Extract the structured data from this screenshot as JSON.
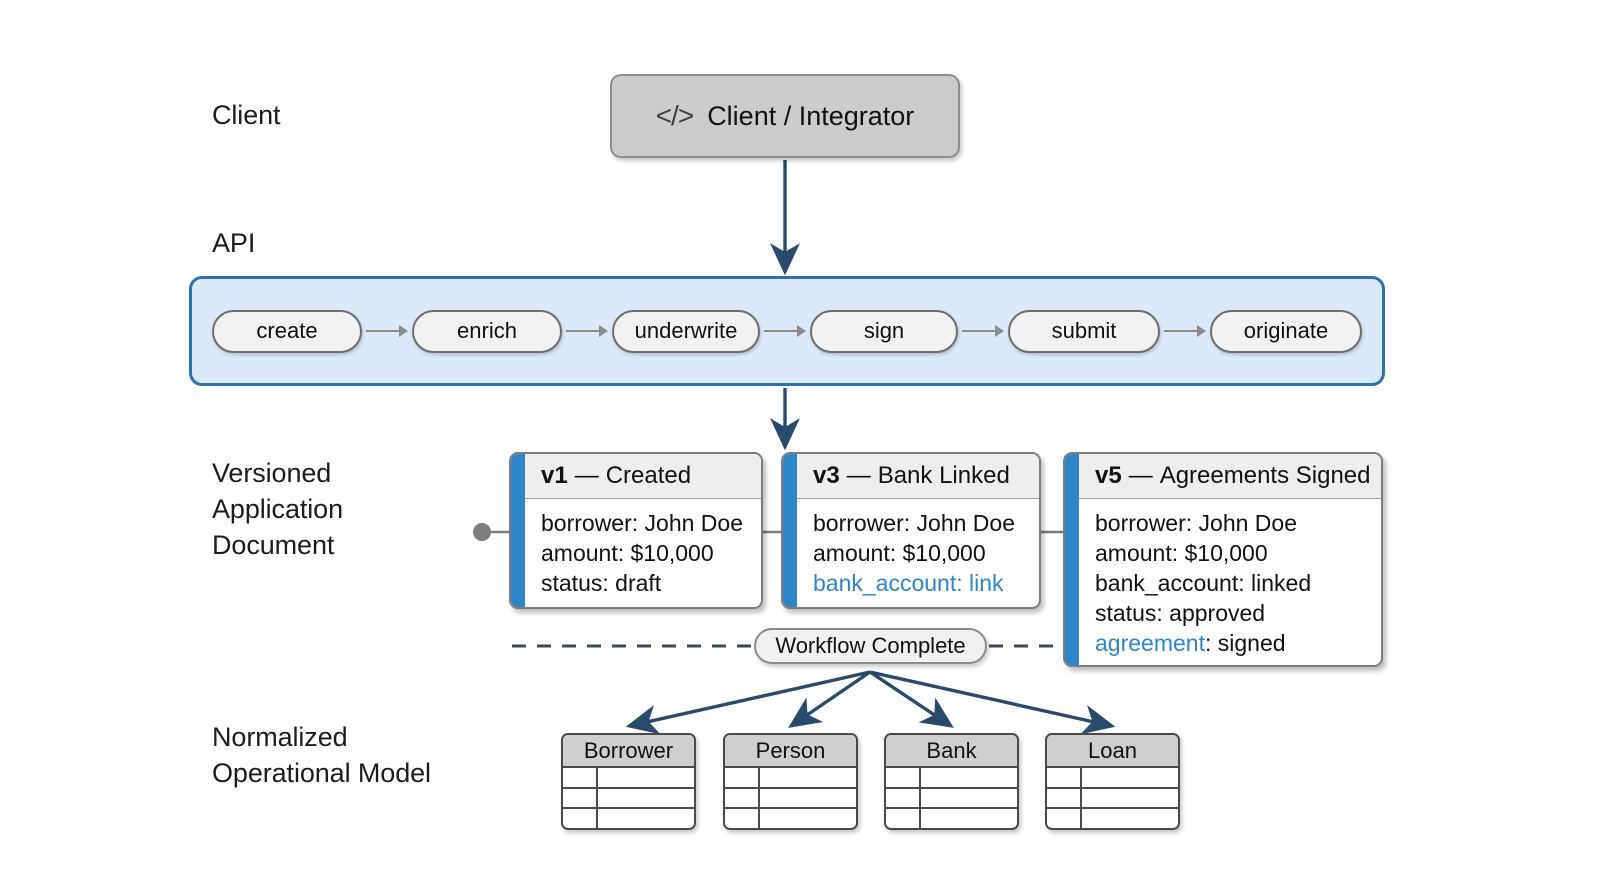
{
  "sections": {
    "client": "Client",
    "api": "API",
    "versioned": "Versioned\nApplication\nDocument",
    "normalized": "Normalized\nOperational Model"
  },
  "client_node": {
    "icon": "code-icon",
    "icon_glyph": "</>",
    "label": "Client / Integrator"
  },
  "api_pipeline": {
    "stages": [
      {
        "label": "create"
      },
      {
        "label": "enrich"
      },
      {
        "label": "underwrite"
      },
      {
        "label": "sign"
      },
      {
        "label": "submit"
      },
      {
        "label": "originate"
      }
    ],
    "container_fill": "#dce9f8",
    "container_border": "#2e72ad",
    "arrow_color": "#8c8c8c"
  },
  "version_cards": [
    {
      "version": "v1",
      "dash": "—",
      "title": "Created",
      "accent_color": "#2e86c8",
      "fields": [
        {
          "key": "borrower",
          "value": "John Doe",
          "style": "plain"
        },
        {
          "key": "amount",
          "value": "$10,000",
          "style": "plain"
        },
        {
          "key": "status",
          "value": "draft",
          "style": "plain"
        }
      ]
    },
    {
      "version": "v3",
      "dash": "—",
      "title": "Bank Linked",
      "accent_color": "#2e86c8",
      "fields": [
        {
          "key": "borrower",
          "value": "John Doe",
          "style": "plain"
        },
        {
          "key": "amount",
          "value": "$10,000",
          "style": "plain"
        },
        {
          "key": "bank_account",
          "value": "link",
          "style": "blue-all"
        }
      ]
    },
    {
      "version": "v5",
      "dash": "—",
      "title": "Agreements Signed",
      "accent_color": "#2e86c8",
      "fields": [
        {
          "key": "borrower",
          "value": "John Doe",
          "style": "plain"
        },
        {
          "key": "amount",
          "value": "$10,000",
          "style": "plain"
        },
        {
          "key": "bank_account",
          "value": "linked",
          "style": "plain"
        },
        {
          "key": "status",
          "value": "approved",
          "style": "plain"
        },
        {
          "key": "agreement",
          "value": "signed",
          "style": "blue-key"
        }
      ]
    }
  ],
  "workflow_marker": {
    "label": "Workflow Complete"
  },
  "entity_tables": [
    {
      "name": "Borrower",
      "rows": 3
    },
    {
      "name": "Person",
      "rows": 3
    },
    {
      "name": "Bank",
      "rows": 3
    },
    {
      "name": "Loan",
      "rows": 3
    }
  ],
  "colors": {
    "accent_blue": "#2e86c8",
    "api_border_blue": "#2e72ad",
    "api_fill_blue": "#dce9f8",
    "arrow_navy": "#2a4a6b",
    "node_gray": "#cccccc",
    "pill_gray": "#f2f2f2"
  }
}
